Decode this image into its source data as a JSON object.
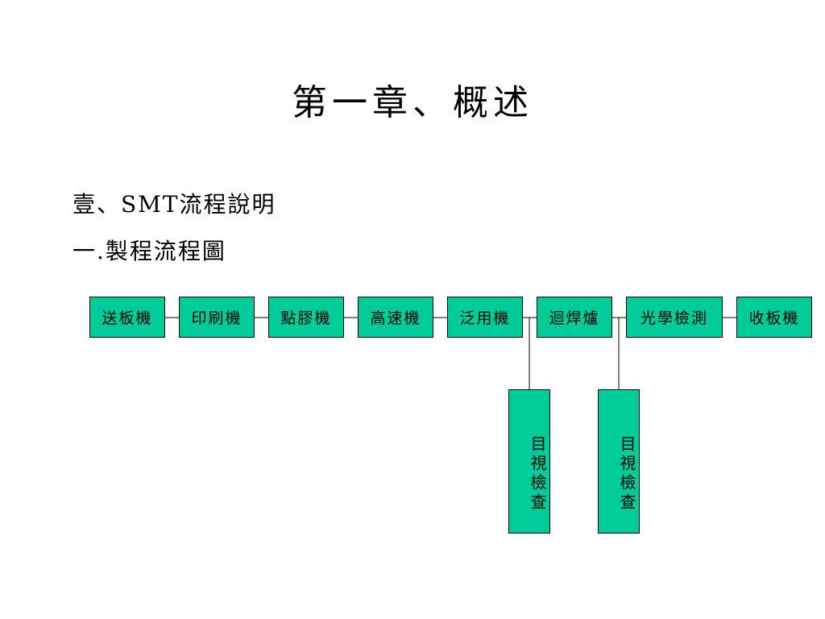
{
  "title": "第一章、概述",
  "section": {
    "heading": "壹、SMT流程說明",
    "subheading": "一.製程流程圖"
  },
  "process_flow": {
    "box_color": "#00cc99",
    "steps": [
      "送板機",
      "印刷機",
      "點膠機",
      "高速機",
      "泛用機",
      "迴焊爐",
      "光學檢測",
      "收板機"
    ],
    "inspections": [
      {
        "label": "目視檢查",
        "after_step": "泛用機"
      },
      {
        "label": "目視檢查",
        "after_step": "迴焊爐"
      }
    ]
  }
}
